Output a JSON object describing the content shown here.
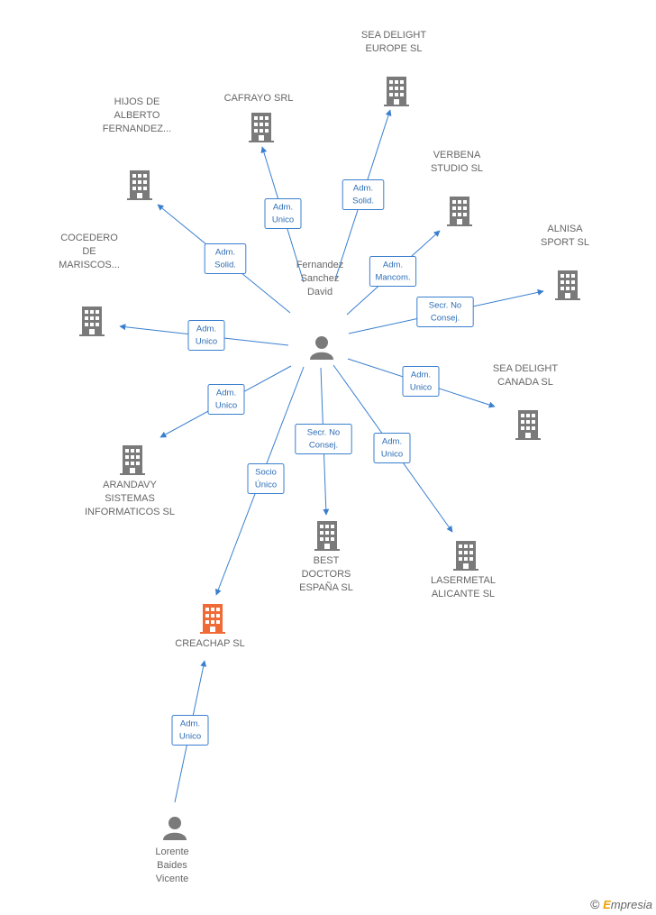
{
  "nodes": [
    {
      "id": "fernandez",
      "kind": "person",
      "label": [
        "Fernandez",
        "Sanchez",
        "David"
      ]
    },
    {
      "id": "lorente",
      "kind": "person",
      "label": [
        "Lorente",
        "Baides",
        "Vicente"
      ]
    },
    {
      "id": "creachap",
      "kind": "company-highlight",
      "label": [
        "CREACHAP SL"
      ]
    },
    {
      "id": "sea-delight-europe",
      "kind": "company",
      "label": [
        "SEA DELIGHT",
        "EUROPE SL"
      ]
    },
    {
      "id": "cafrayo",
      "kind": "company",
      "label": [
        "CAFRAYO SRL"
      ]
    },
    {
      "id": "hijos-alberto",
      "kind": "company",
      "label": [
        "HIJOS DE",
        "ALBERTO",
        "FERNANDEZ..."
      ]
    },
    {
      "id": "verbena",
      "kind": "company",
      "label": [
        "VERBENA",
        "STUDIO  SL"
      ]
    },
    {
      "id": "alnisa",
      "kind": "company",
      "label": [
        "ALNISA",
        "SPORT SL"
      ]
    },
    {
      "id": "cocedero",
      "kind": "company",
      "label": [
        "COCEDERO",
        "DE",
        "MARISCOS..."
      ]
    },
    {
      "id": "sea-delight-canada",
      "kind": "company",
      "label": [
        "SEA DELIGHT",
        "CANADA SL"
      ]
    },
    {
      "id": "arandavy",
      "kind": "company",
      "label": [
        "ARANDAVY",
        "SISTEMAS",
        "INFORMATICOS SL"
      ]
    },
    {
      "id": "best-doctors",
      "kind": "company",
      "label": [
        "BEST",
        "DOCTORS",
        "ESPAÑA SL"
      ]
    },
    {
      "id": "lasermetal",
      "kind": "company",
      "label": [
        "LASERMETAL",
        "ALICANTE SL"
      ]
    }
  ],
  "edges": [
    {
      "from": "fernandez",
      "to": "sea-delight-europe",
      "label": [
        "Adm.",
        "Solid."
      ]
    },
    {
      "from": "fernandez",
      "to": "cafrayo",
      "label": [
        "Adm.",
        "Unico"
      ]
    },
    {
      "from": "fernandez",
      "to": "hijos-alberto",
      "label": [
        "Adm.",
        "Solid."
      ]
    },
    {
      "from": "fernandez",
      "to": "verbena",
      "label": [
        "Adm.",
        "Mancom."
      ]
    },
    {
      "from": "fernandez",
      "to": "alnisa",
      "label": [
        "Secr.  No",
        "Consej."
      ]
    },
    {
      "from": "fernandez",
      "to": "cocedero",
      "label": [
        "Adm.",
        "Unico"
      ]
    },
    {
      "from": "fernandez",
      "to": "sea-delight-canada",
      "label": [
        "Adm.",
        "Unico"
      ]
    },
    {
      "from": "fernandez",
      "to": "arandavy",
      "label": [
        "Adm.",
        "Unico"
      ]
    },
    {
      "from": "fernandez",
      "to": "best-doctors",
      "label": [
        "Secr.  No",
        "Consej."
      ]
    },
    {
      "from": "fernandez",
      "to": "lasermetal",
      "label": [
        "Adm.",
        "Unico"
      ]
    },
    {
      "from": "fernandez",
      "to": "creachap",
      "label": [
        "Socio",
        "Único"
      ]
    },
    {
      "from": "lorente",
      "to": "creachap",
      "label": [
        "Adm.",
        "Unico"
      ]
    }
  ],
  "colors": {
    "edge": "#3a7fcf",
    "company": "#7a7a7a",
    "highlight": "#f06a35",
    "person": "#7a7a7a",
    "label": "#666666"
  },
  "brand": {
    "copyright": "©",
    "initial": "E",
    "rest": "mpresia"
  }
}
